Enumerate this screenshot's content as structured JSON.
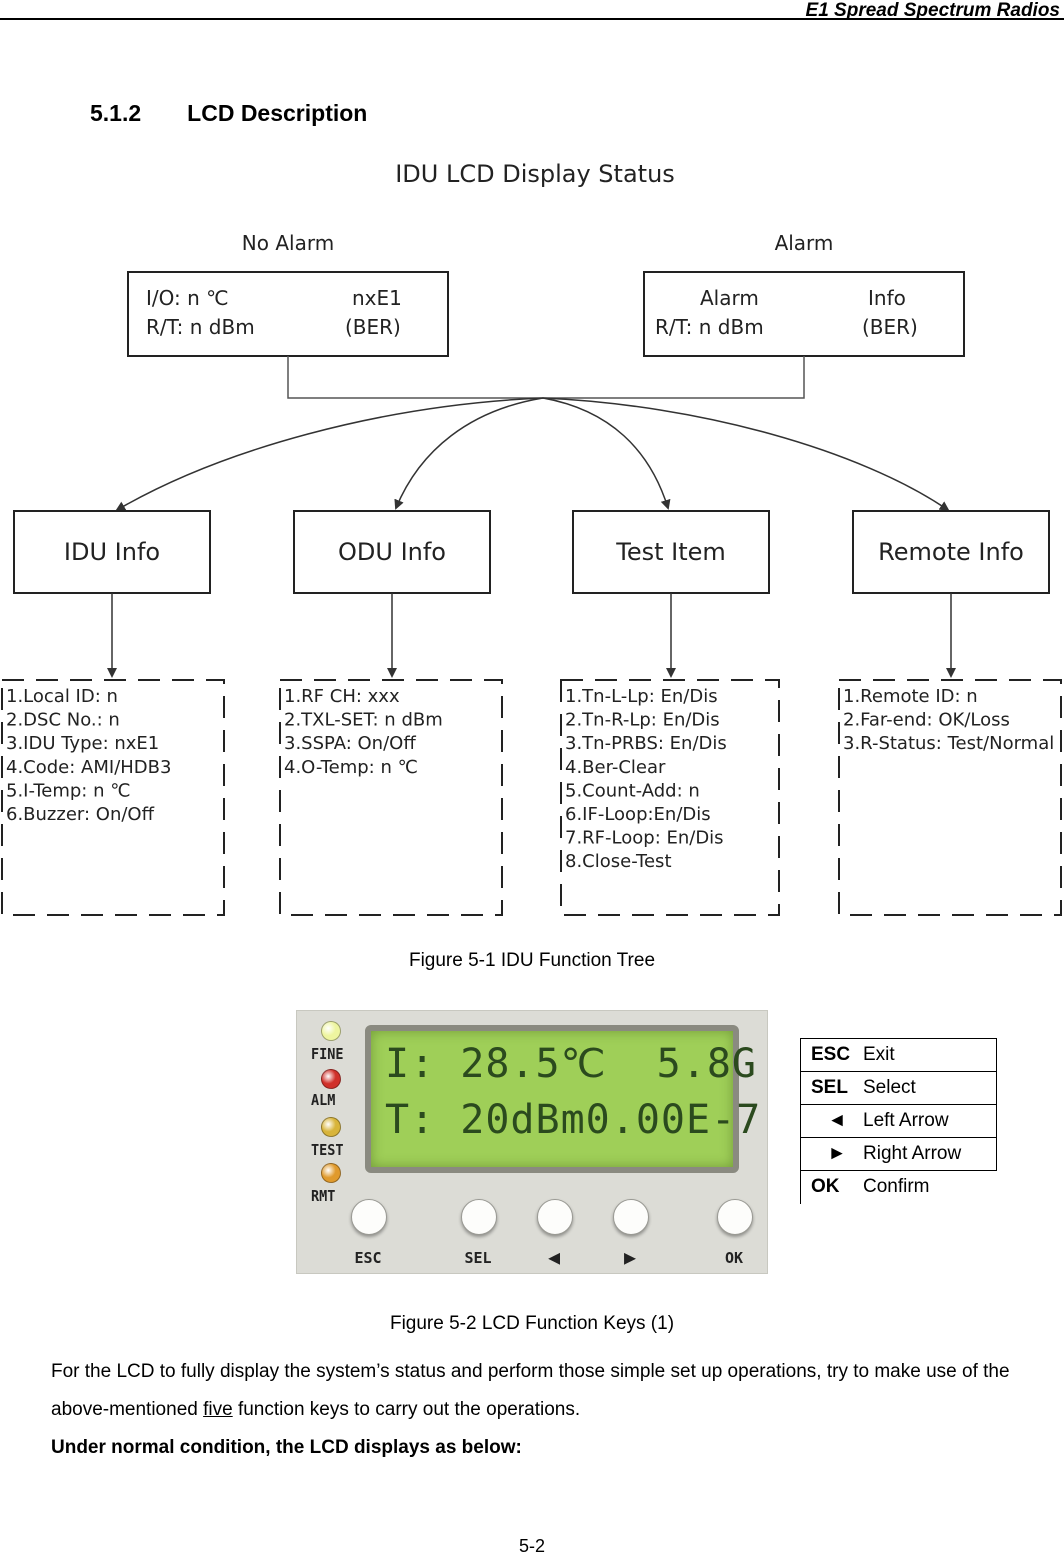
{
  "header": {
    "title": "E1 Spread Spectrum Radios"
  },
  "section": {
    "number": "5.1.2",
    "title": "LCD Description"
  },
  "diagram": {
    "title": "IDU LCD Display Status",
    "no_alarm_label": "No Alarm",
    "alarm_label": "Alarm",
    "no_alarm_box": {
      "l1": "I/O: n ℃",
      "r1": "nxE1",
      "l2": "R/T: n dBm",
      "r2": "(BER)"
    },
    "alarm_box": {
      "l1": "Alarm",
      "r1": "Info",
      "l2": "R/T: n dBm",
      "r2": "(BER)"
    },
    "menus": [
      {
        "label": "IDU Info",
        "items": [
          "1.Local ID: n",
          "2.DSC No.: n",
          "3.IDU Type: nxE1",
          "4.Code: AMI/HDB3",
          "5.I-Temp: n ℃",
          "6.Buzzer: On/Off"
        ]
      },
      {
        "label": "ODU Info",
        "items": [
          "1.RF CH: xxx",
          "2.TXL-SET: n dBm",
          "3.SSPA: On/Off",
          "4.O-Temp: n ℃"
        ]
      },
      {
        "label": "Test Item",
        "items": [
          "1.Tn-L-Lp: En/Dis",
          "2.Tn-R-Lp: En/Dis",
          "3.Tn-PRBS: En/Dis",
          "4.Ber-Clear",
          "5.Count-Add: n",
          "6.IF-Loop:En/Dis",
          "7.RF-Loop: En/Dis",
          "8.Close-Test"
        ]
      },
      {
        "label": "Remote Info",
        "items": [
          "1.Remote ID: n",
          "2.Far-end: OK/Loss",
          "3.R-Status: Test/Normal"
        ]
      }
    ]
  },
  "figure1_caption": "Figure 5-1 IDU Function Tree",
  "panel": {
    "leds": [
      {
        "label": "FINE",
        "color": "#eef5a0"
      },
      {
        "label": "ALM",
        "color": "#d0302a"
      },
      {
        "label": "TEST",
        "color": "#d8b43a"
      },
      {
        "label": "RMT",
        "color": "#e09a2c"
      }
    ],
    "lcd_line1": "I: 28.5℃  5.8G",
    "lcd_line2": "T: 20dBm0.00E-7",
    "keys": [
      "ESC",
      "SEL",
      "◀",
      "▶",
      "OK"
    ]
  },
  "key_table": [
    {
      "key": "ESC",
      "desc": "Exit"
    },
    {
      "key": "SEL",
      "desc": "Select"
    },
    {
      "key": "◄",
      "desc": "Left Arrow"
    },
    {
      "key": "►",
      "desc": "Right Arrow"
    },
    {
      "key": "OK",
      "desc": "Confirm"
    }
  ],
  "figure2_caption": "Figure 5-2 LCD Function Keys (1)",
  "paragraph": {
    "before": "For the LCD to fully display the system’s status and perform those simple set up operations, try to make use of the above-mentioned ",
    "underlined": "five",
    "after": " function keys to carry out the operations."
  },
  "bold_line": "Under normal condition, the LCD displays as below:",
  "page_number": "5-2"
}
